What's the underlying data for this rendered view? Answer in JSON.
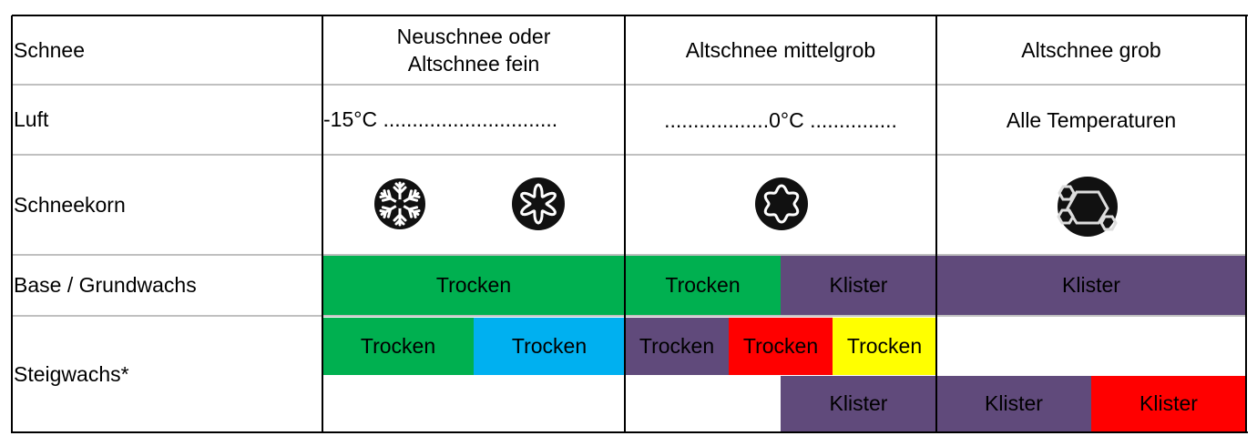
{
  "rows": {
    "schnee": {
      "label": "Schnee",
      "columns": [
        "Neuschnee oder",
        "Altschnee fein",
        "Altschnee mittelgrob",
        "Altschnee grob"
      ]
    },
    "luft": {
      "label": "Luft",
      "columns": [
        "-15°C ..............................",
        "..................0°C ...............",
        "Alle Temperaturen"
      ]
    },
    "schneekorn": {
      "label": "Schneekorn",
      "icons": [
        "snowflake-icon",
        "star-grain-icon",
        "rounded-grain-icon",
        "coarse-hexagon-grain-icon"
      ]
    },
    "base": {
      "label": "Base / Grundwachs",
      "cells": [
        {
          "text": "Trocken",
          "color": "#00b050"
        },
        {
          "text": "Trocken",
          "color": "#00b050"
        },
        {
          "text": "Klister",
          "color": "#604a7b"
        },
        {
          "text": "Klister",
          "color": "#604a7b"
        }
      ]
    },
    "steigwachs": {
      "label": "Steigwachs*",
      "top": [
        {
          "text": "Trocken",
          "color": "#00b050"
        },
        {
          "text": "Trocken",
          "color": "#00b0f0"
        },
        {
          "text": "Trocken",
          "color": "#604a7b"
        },
        {
          "text": "Trocken",
          "color": "#ff0000"
        },
        {
          "text": "Trocken",
          "color": "#ffff00"
        }
      ],
      "bottom": [
        {
          "text": "Klister",
          "color": "#604a7b"
        },
        {
          "text": "Klister",
          "color": "#604a7b"
        },
        {
          "text": "Klister",
          "color": "#ff0000"
        }
      ]
    }
  }
}
